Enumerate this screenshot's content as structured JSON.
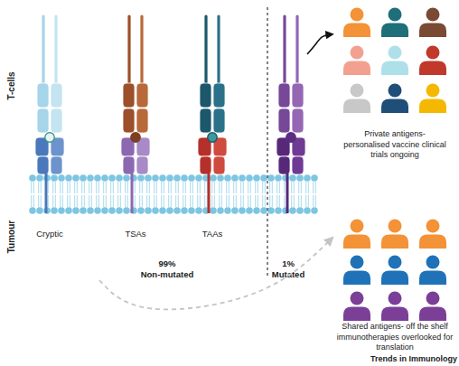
{
  "diagram": {
    "nodes": [
      {
        "text": [
          "99%",
          "Non-mutated"
        ]
      },
      {
        "text": [
          "1%",
          "Mutated"
        ]
      },
      {
        "text": [
          "Private antigens- personalised vaccine clinical trials ongoing"
        ]
      },
      {
        "text": [
          "Shared antigens- off the shelf immunotherapies overlooked for translation"
        ]
      }
    ],
    "edges": [
      {
        "from": 1,
        "to": 2,
        "arrow": "to"
      },
      {
        "from": 0,
        "to": 3,
        "arrow": "to"
      }
    ],
    "labels": [
      "T-cells",
      "Tumour",
      "Cryptic",
      "TSAs",
      "TAAs",
      "Trends in Immunology"
    ]
  }
}
